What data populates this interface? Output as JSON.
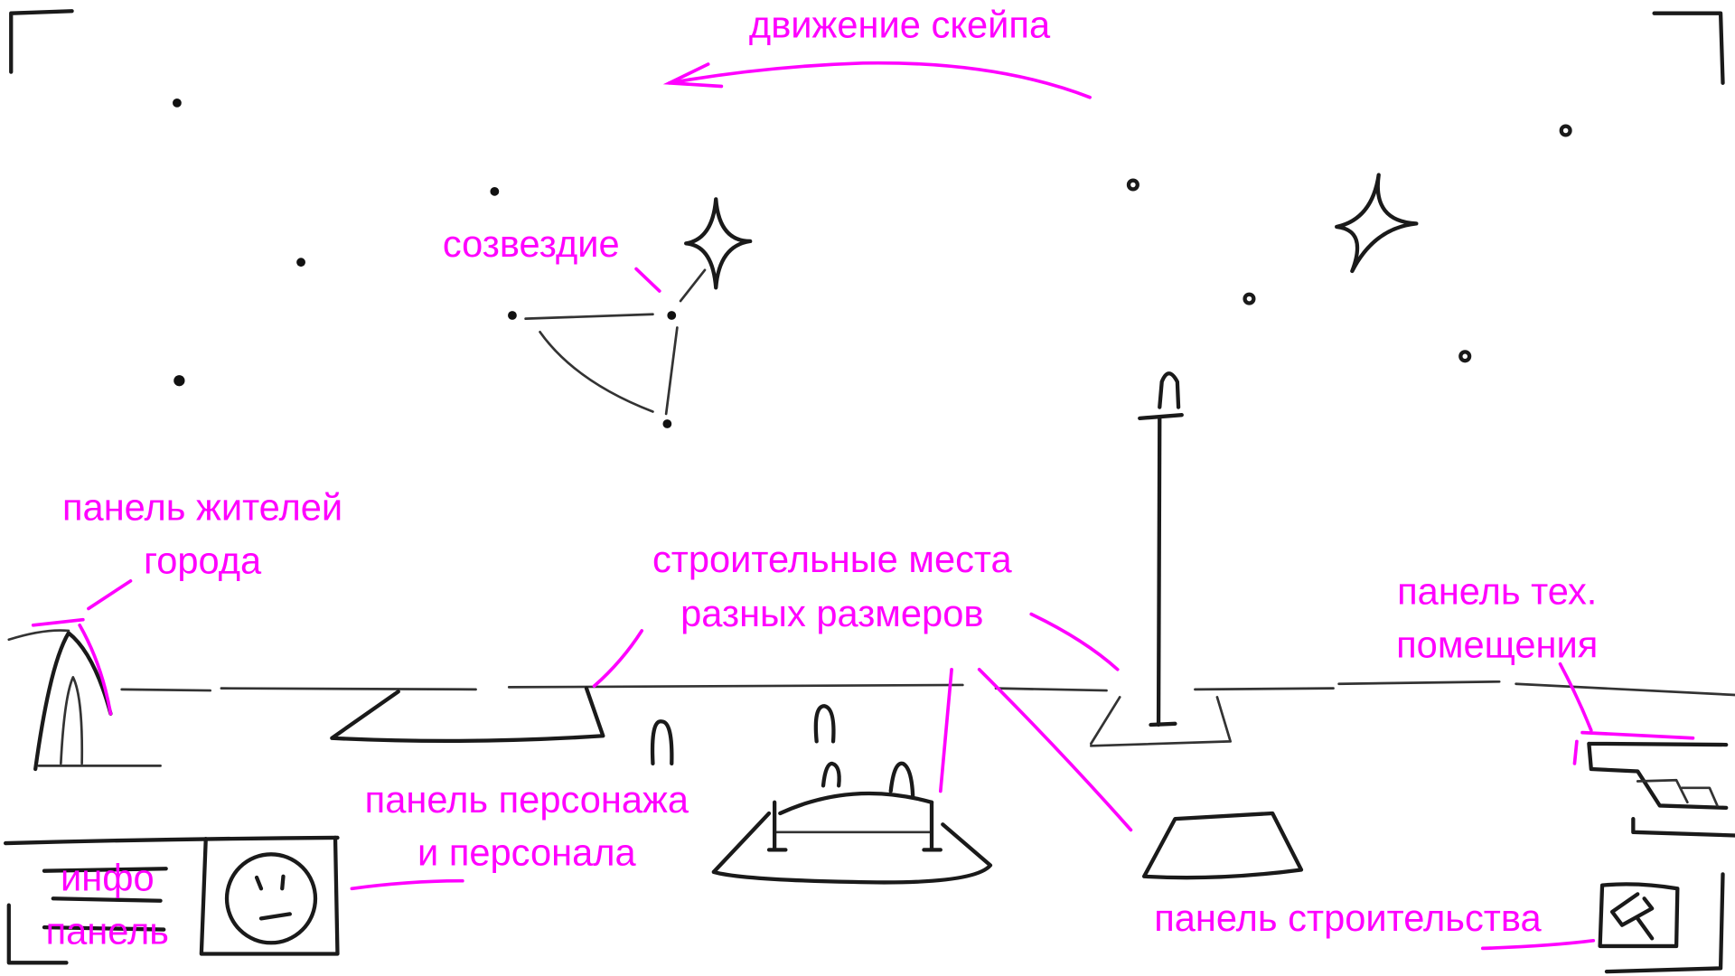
{
  "colors": {
    "annotation": "#ff00ff",
    "ink": "#1a1a1a",
    "background": "#ffffff"
  },
  "labels": {
    "skip_movement": "движение скейпа",
    "constellation": "созвездие",
    "residents_panel": [
      "панель жителей",
      "города"
    ],
    "build_sites": [
      "строительные места",
      "разных размеров"
    ],
    "tech_room_panel": [
      "панель тех.",
      "помещения"
    ],
    "character_panel": [
      "панель персонажа",
      "и персонала"
    ],
    "info_panel": [
      "инфо",
      "панель"
    ],
    "build_panel": "панель строительства"
  },
  "icons": {
    "character_avatar": "neutral-face-icon",
    "build_button": "hammer-icon"
  }
}
